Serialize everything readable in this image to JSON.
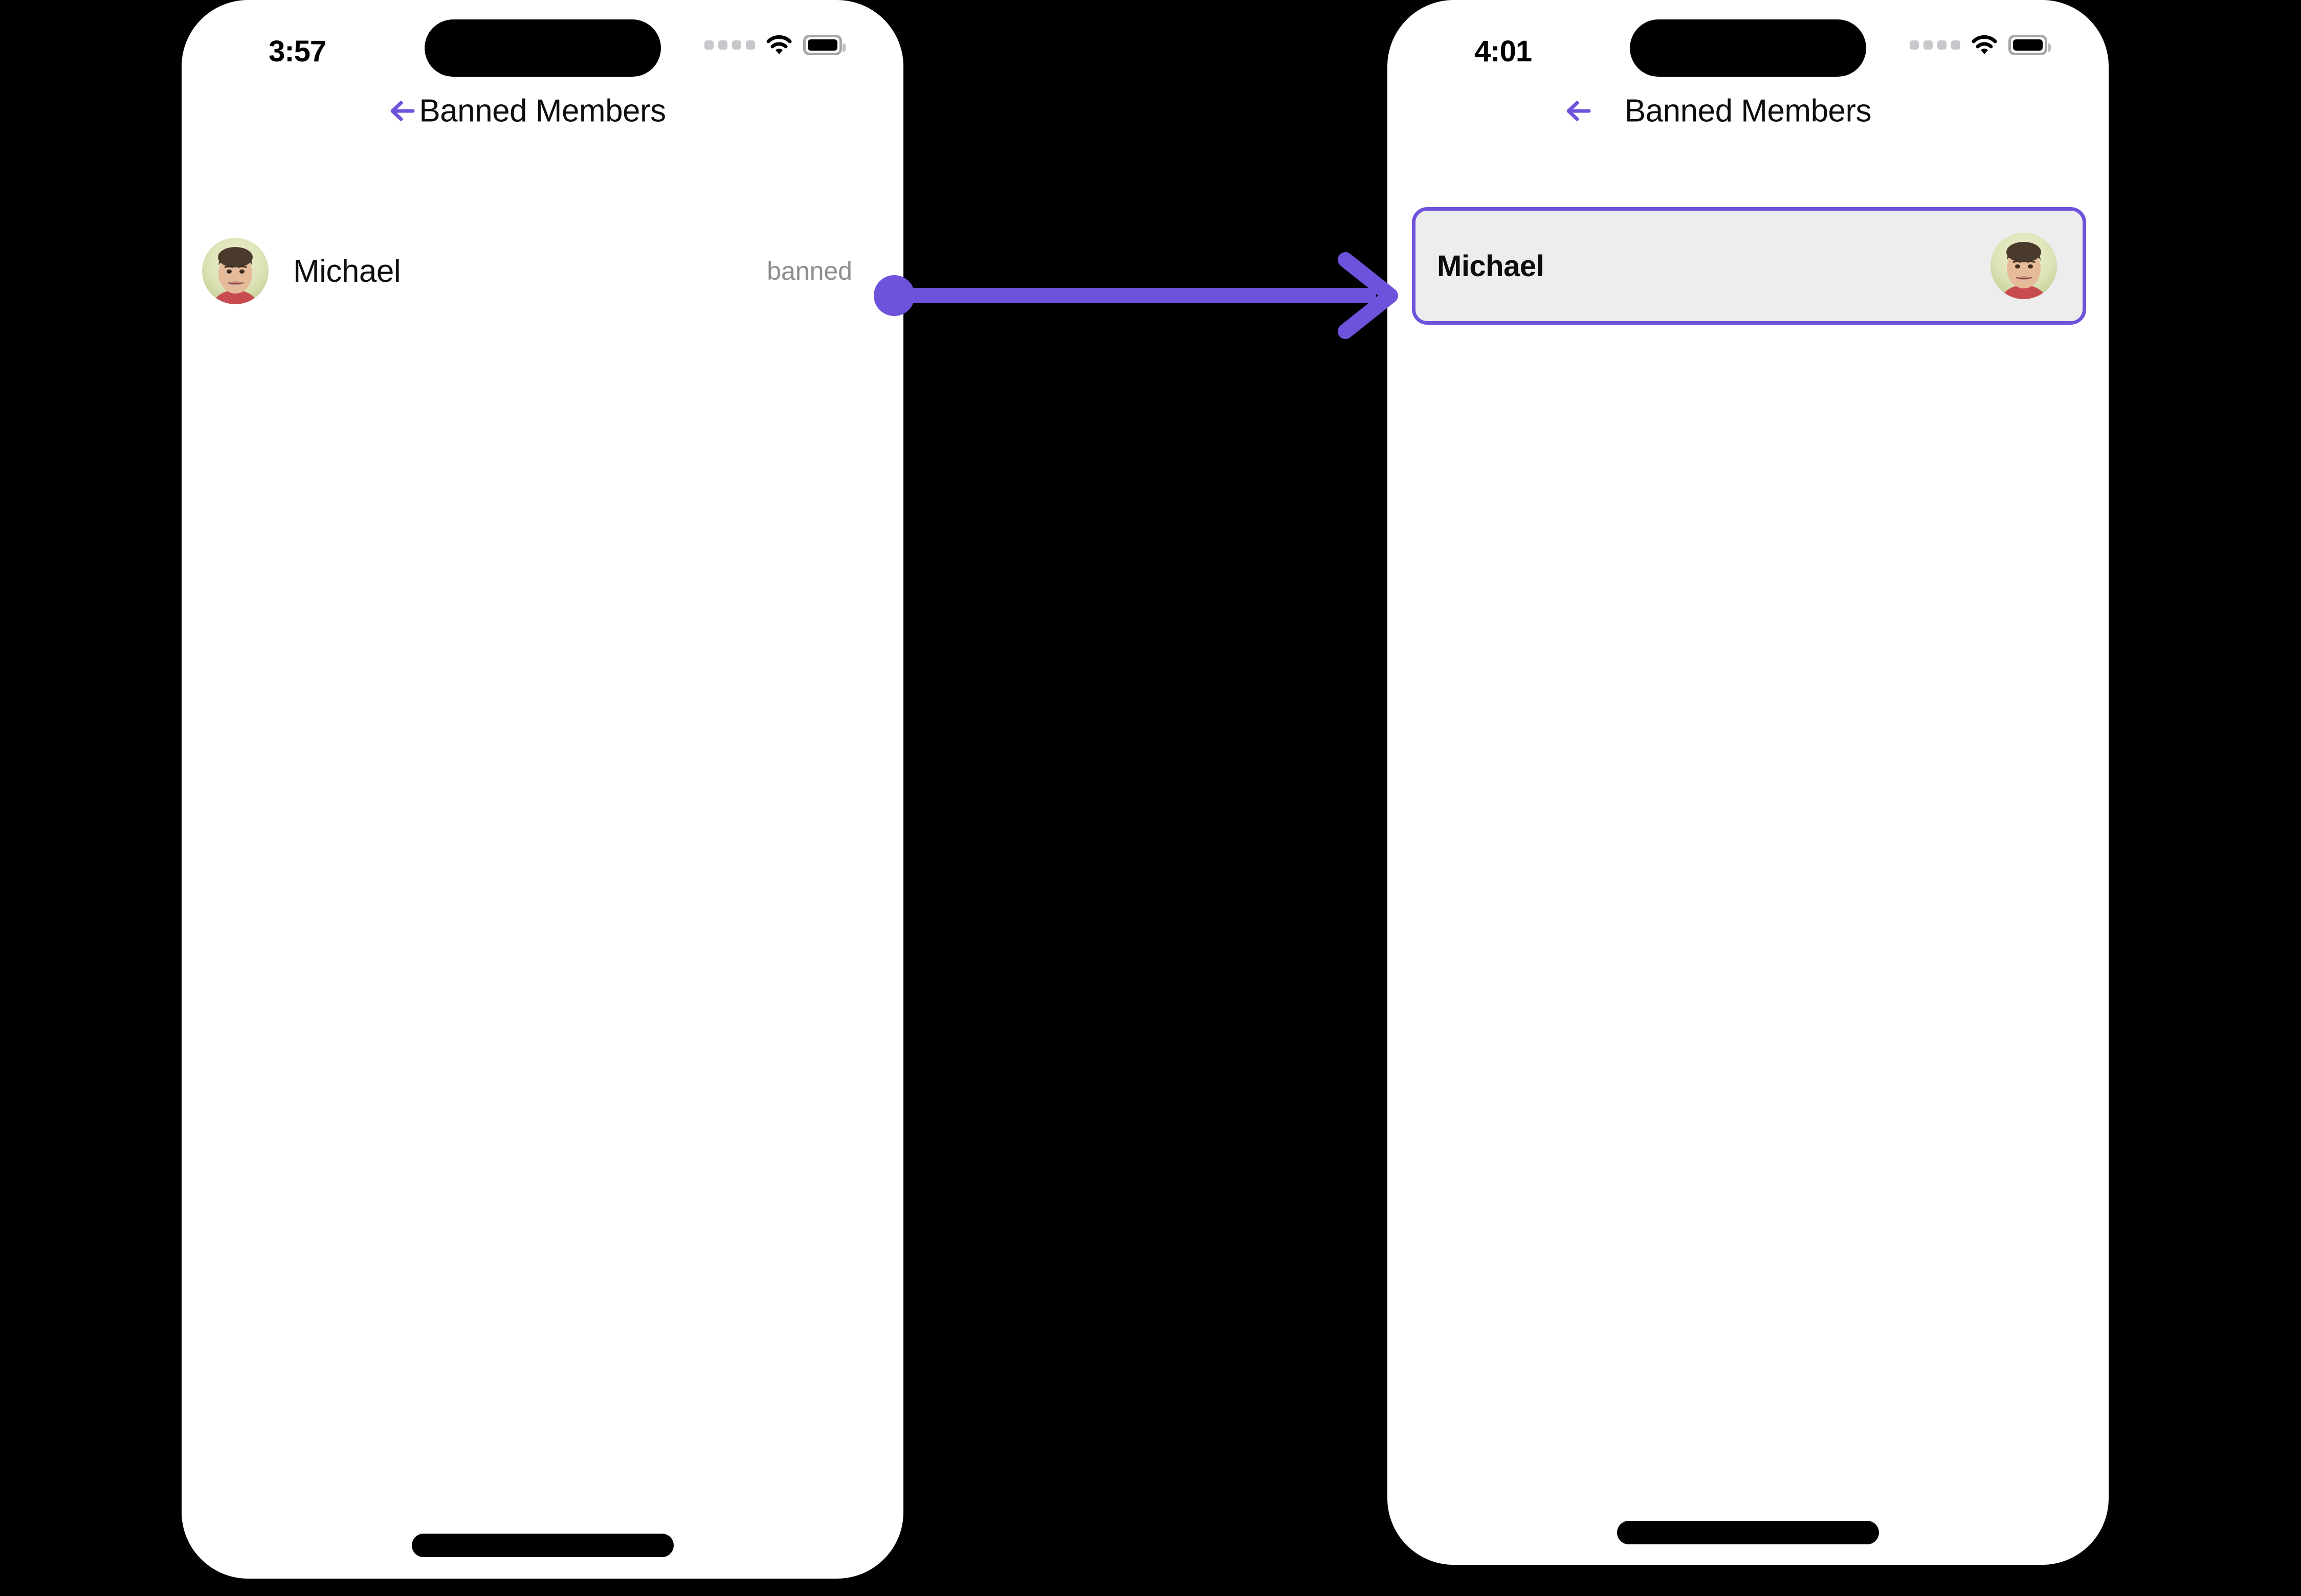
{
  "accent_color": "#6f52dc",
  "background_color": "#000000",
  "screens": [
    {
      "id": "before",
      "status_bar": {
        "time": "3:57",
        "icons": [
          "signal-dots-icon",
          "wifi-icon",
          "battery-icon"
        ]
      },
      "nav": {
        "back_icon": "arrow-left-icon",
        "title": "Banned Members"
      },
      "list": {
        "rows": [
          {
            "avatar_icon": "user-avatar-photo",
            "name": "Michael",
            "status": "banned"
          }
        ]
      },
      "home_indicator": true
    },
    {
      "id": "after",
      "status_bar": {
        "time": "4:01",
        "icons": [
          "signal-dots-icon",
          "wifi-icon",
          "battery-icon"
        ]
      },
      "nav": {
        "back_icon": "arrow-left-icon",
        "title": "Banned Members"
      },
      "selected_card": {
        "name": "Michael",
        "avatar_icon": "user-avatar-photo",
        "background_color": "#ededed",
        "border_color": "#6f52dc"
      },
      "home_indicator": true
    }
  ],
  "annotation": {
    "type": "click-target-arrow",
    "color": "#6f52dc",
    "source_label": "banned",
    "direction": "left-to-right"
  }
}
